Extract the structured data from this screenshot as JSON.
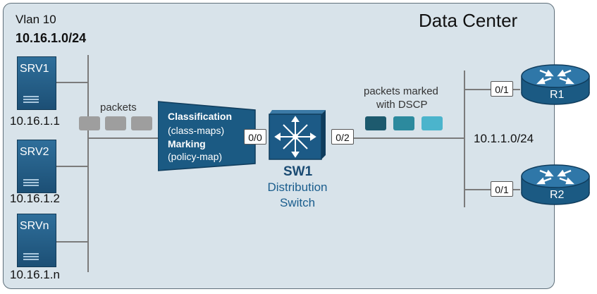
{
  "title": "Data Center",
  "vlan": {
    "label": "Vlan 10",
    "subnet": "10.16.1.0/24"
  },
  "servers": [
    {
      "name": "SRV1",
      "ip": "10.16.1.1"
    },
    {
      "name": "SRV2",
      "ip": "10.16.1.2"
    },
    {
      "name": "SRVn",
      "ip": "10.16.1.n"
    }
  ],
  "packets_label": "packets",
  "qos": {
    "classification": "Classification",
    "class_maps": "(class-maps)",
    "marking": "Marking",
    "policy_map": "(policy-map)"
  },
  "switch": {
    "name": "SW1",
    "line1": "Distribution",
    "line2": "Switch",
    "port_in": "0/0",
    "port_out": "0/2"
  },
  "marked_label_line1": "packets marked",
  "marked_label_line2": "with DSCP",
  "wan_subnet": "10.1.1.0/24",
  "routers": [
    {
      "name": "R1",
      "port": "0/1"
    },
    {
      "name": "R2",
      "port": "0/1"
    }
  ],
  "colors": {
    "background": "#d8e3ea",
    "server": "#1f5a86",
    "packet_gray": "#9e9e9e",
    "dscp_dark": "#1d5a6e",
    "dscp_mid": "#2c8a9e",
    "dscp_light": "#4bb4cc"
  }
}
